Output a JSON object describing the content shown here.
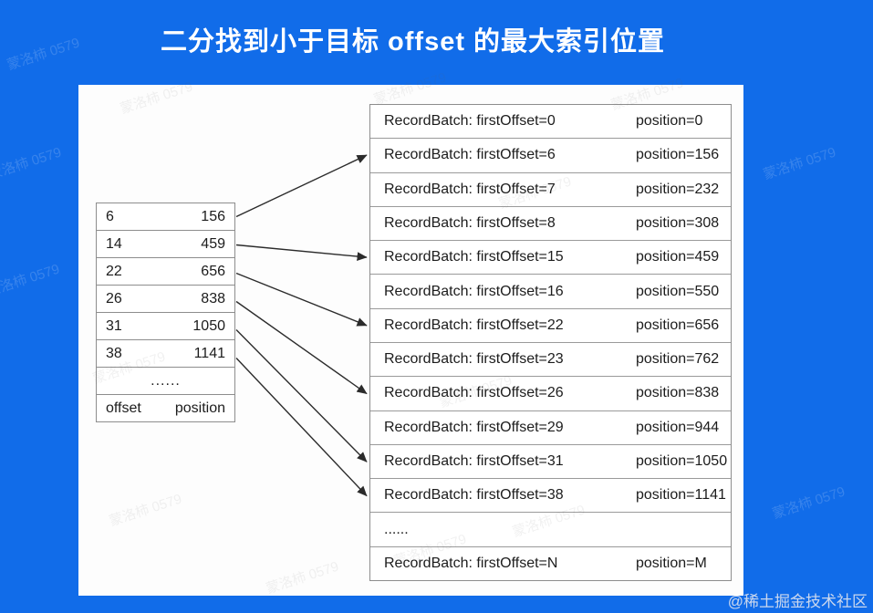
{
  "title": "二分找到小于目标 offset 的最大索引位置",
  "footer_credit": "@稀土掘金技术社区",
  "watermark_text": "蒙洛柿 0579",
  "colors": {
    "background": "#116CE9",
    "panel": "#FDFDFD",
    "border": "#8D8D8D",
    "text": "#1C1C1C",
    "arrow": "#2B2B2B",
    "title_text": "#FFFFFF"
  },
  "index_table": {
    "rows": [
      {
        "offset": "6",
        "position": "156"
      },
      {
        "offset": "14",
        "position": "459"
      },
      {
        "offset": "22",
        "position": "656"
      },
      {
        "offset": "26",
        "position": "838"
      },
      {
        "offset": "31",
        "position": "1050"
      },
      {
        "offset": "38",
        "position": "1141"
      }
    ],
    "ellipsis": "......",
    "header": {
      "left": "offset",
      "right": "position"
    }
  },
  "log_list": {
    "rows": [
      {
        "type": "batch",
        "label": "RecordBatch: firstOffset=0",
        "position": "position=0"
      },
      {
        "type": "batch",
        "label": "RecordBatch: firstOffset=6",
        "position": "position=156"
      },
      {
        "type": "batch",
        "label": "RecordBatch: firstOffset=7",
        "position": "position=232"
      },
      {
        "type": "batch",
        "label": "RecordBatch: firstOffset=8",
        "position": "position=308"
      },
      {
        "type": "batch",
        "label": "RecordBatch: firstOffset=15",
        "position": "position=459"
      },
      {
        "type": "batch",
        "label": "RecordBatch: firstOffset=16",
        "position": "position=550"
      },
      {
        "type": "batch",
        "label": "RecordBatch: firstOffset=22",
        "position": "position=656"
      },
      {
        "type": "batch",
        "label": "RecordBatch: firstOffset=23",
        "position": "position=762"
      },
      {
        "type": "batch",
        "label": "RecordBatch: firstOffset=26",
        "position": "position=838"
      },
      {
        "type": "batch",
        "label": "RecordBatch: firstOffset=29",
        "position": "position=944"
      },
      {
        "type": "batch",
        "label": "RecordBatch: firstOffset=31",
        "position": "position=1050"
      },
      {
        "type": "batch",
        "label": "RecordBatch: firstOffset=38",
        "position": "position=1141"
      },
      {
        "type": "ellipsis",
        "label": "......",
        "position": ""
      },
      {
        "type": "batch",
        "label": "RecordBatch: firstOffset=N",
        "position": "position=M"
      }
    ]
  },
  "arrows": [
    {
      "from_row": 0,
      "to_row": 1,
      "from_offset": "6",
      "to_batch": "firstOffset=6"
    },
    {
      "from_row": 1,
      "to_row": 4,
      "from_offset": "14",
      "to_batch": "firstOffset=15"
    },
    {
      "from_row": 2,
      "to_row": 6,
      "from_offset": "22",
      "to_batch": "firstOffset=22"
    },
    {
      "from_row": 3,
      "to_row": 8,
      "from_offset": "26",
      "to_batch": "firstOffset=26"
    },
    {
      "from_row": 4,
      "to_row": 10,
      "from_offset": "31",
      "to_batch": "firstOffset=31"
    },
    {
      "from_row": 5,
      "to_row": 11,
      "from_offset": "38",
      "to_batch": "firstOffset=38"
    }
  ]
}
